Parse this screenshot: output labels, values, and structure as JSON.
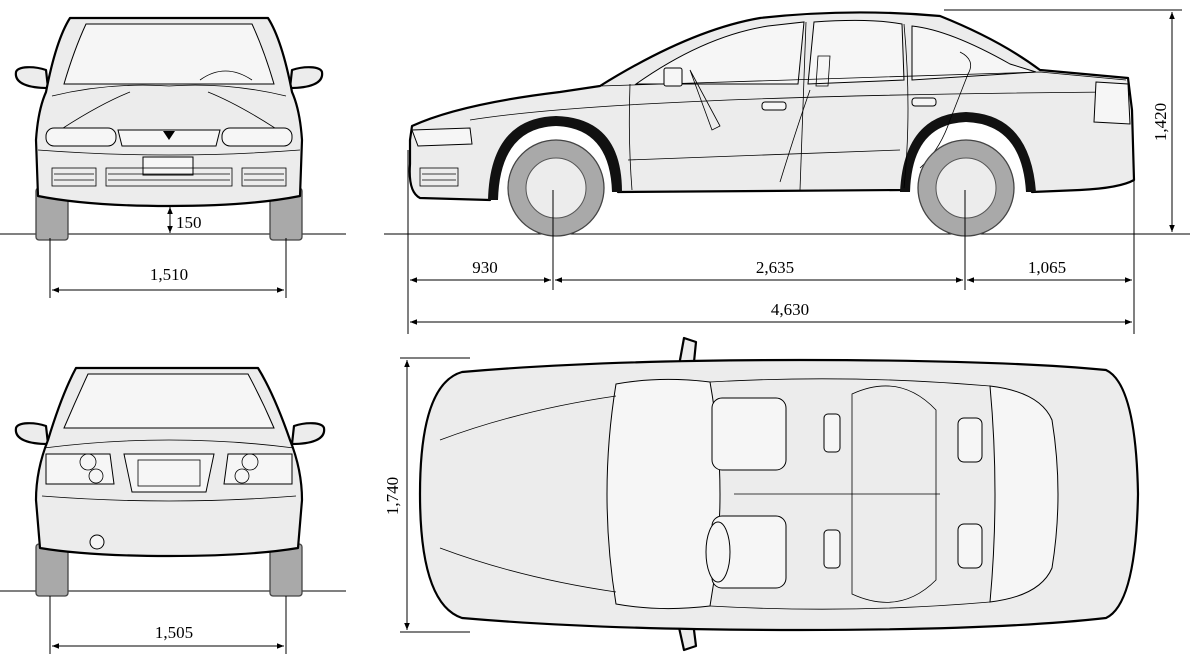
{
  "dimensions": {
    "ground_clearance": "150",
    "front_track": "1,510",
    "rear_track": "1,505",
    "front_overhang": "930",
    "wheelbase": "2,635",
    "rear_overhang": "1,065",
    "overall_length": "4,630",
    "overall_height": "1,420",
    "overall_width": "1,740"
  }
}
